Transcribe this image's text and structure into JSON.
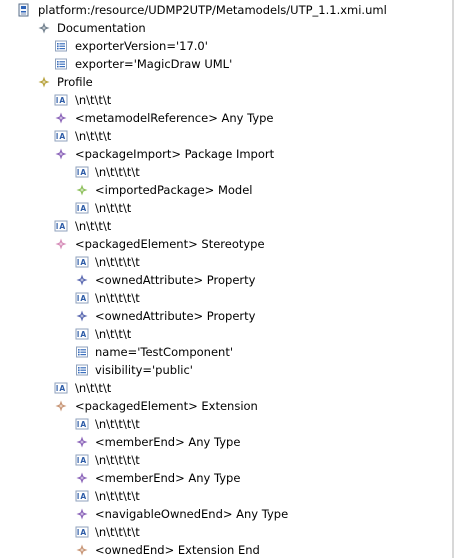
{
  "root": {
    "label": "platform:/resource/UDMP2UTP/Metamodels/UTP_1.1.xmi.uml",
    "icon": "uml-resource-icon"
  },
  "nodes": [
    {
      "depth": 1,
      "icon": "diamond-gray-icon",
      "label": "Documentation"
    },
    {
      "depth": 2,
      "icon": "attribute-icon",
      "label": "exporterVersion='17.0'"
    },
    {
      "depth": 2,
      "icon": "attribute-icon",
      "label": "exporter='MagicDraw UML'"
    },
    {
      "depth": 1,
      "icon": "diamond-olive-icon",
      "label": "Profile"
    },
    {
      "depth": 2,
      "icon": "text-node-icon",
      "label": "\\n\\t\\t\\t"
    },
    {
      "depth": 2,
      "icon": "diamond-purple-icon",
      "label": "<metamodelReference> Any Type"
    },
    {
      "depth": 2,
      "icon": "text-node-icon",
      "label": "\\n\\t\\t\\t"
    },
    {
      "depth": 2,
      "icon": "diamond-purple-icon",
      "label": "<packageImport> Package Import"
    },
    {
      "depth": 3,
      "icon": "text-node-icon",
      "label": "\\n\\t\\t\\t\\t"
    },
    {
      "depth": 3,
      "icon": "diamond-green-icon",
      "label": "<importedPackage> Model"
    },
    {
      "depth": 3,
      "icon": "text-node-icon",
      "label": "\\n\\t\\t\\t"
    },
    {
      "depth": 2,
      "icon": "text-node-icon",
      "label": "\\n\\t\\t\\t"
    },
    {
      "depth": 2,
      "icon": "diamond-pink-icon",
      "label": "<packagedElement> Stereotype"
    },
    {
      "depth": 3,
      "icon": "text-node-icon",
      "label": "\\n\\t\\t\\t\\t"
    },
    {
      "depth": 3,
      "icon": "diamond-blue-icon",
      "label": "<ownedAttribute> Property"
    },
    {
      "depth": 3,
      "icon": "text-node-icon",
      "label": "\\n\\t\\t\\t\\t"
    },
    {
      "depth": 3,
      "icon": "diamond-blue-icon",
      "label": "<ownedAttribute> Property"
    },
    {
      "depth": 3,
      "icon": "text-node-icon",
      "label": "\\n\\t\\t\\t"
    },
    {
      "depth": 3,
      "icon": "attribute-icon",
      "label": "name='TestComponent'"
    },
    {
      "depth": 3,
      "icon": "attribute-icon",
      "label": "visibility='public'"
    },
    {
      "depth": 2,
      "icon": "text-node-icon",
      "label": "\\n\\t\\t\\t"
    },
    {
      "depth": 2,
      "icon": "diamond-tan-icon",
      "label": "<packagedElement> Extension"
    },
    {
      "depth": 3,
      "icon": "text-node-icon",
      "label": "\\n\\t\\t\\t\\t"
    },
    {
      "depth": 3,
      "icon": "diamond-purple-icon",
      "label": "<memberEnd> Any Type"
    },
    {
      "depth": 3,
      "icon": "text-node-icon",
      "label": "\\n\\t\\t\\t\\t"
    },
    {
      "depth": 3,
      "icon": "diamond-purple-icon",
      "label": "<memberEnd> Any Type"
    },
    {
      "depth": 3,
      "icon": "text-node-icon",
      "label": "\\n\\t\\t\\t\\t"
    },
    {
      "depth": 3,
      "icon": "diamond-purple-icon",
      "label": "<navigableOwnedEnd> Any Type"
    },
    {
      "depth": 3,
      "icon": "text-node-icon",
      "label": "\\n\\t\\t\\t\\t"
    },
    {
      "depth": 3,
      "icon": "diamond-tan-icon",
      "label": "<ownedEnd> Extension End"
    }
  ],
  "colors": {
    "diamond-gray": "#6f7e8c",
    "diamond-olive": "#b7a23c",
    "diamond-purple": "#8a63b8",
    "diamond-pink": "#d58bb7",
    "diamond-green": "#8cbf5a",
    "diamond-blue": "#5a68b0",
    "diamond-tan": "#c79474",
    "text-node-blue": "#2f5da8",
    "attribute-blue": "#3b6fbd"
  }
}
